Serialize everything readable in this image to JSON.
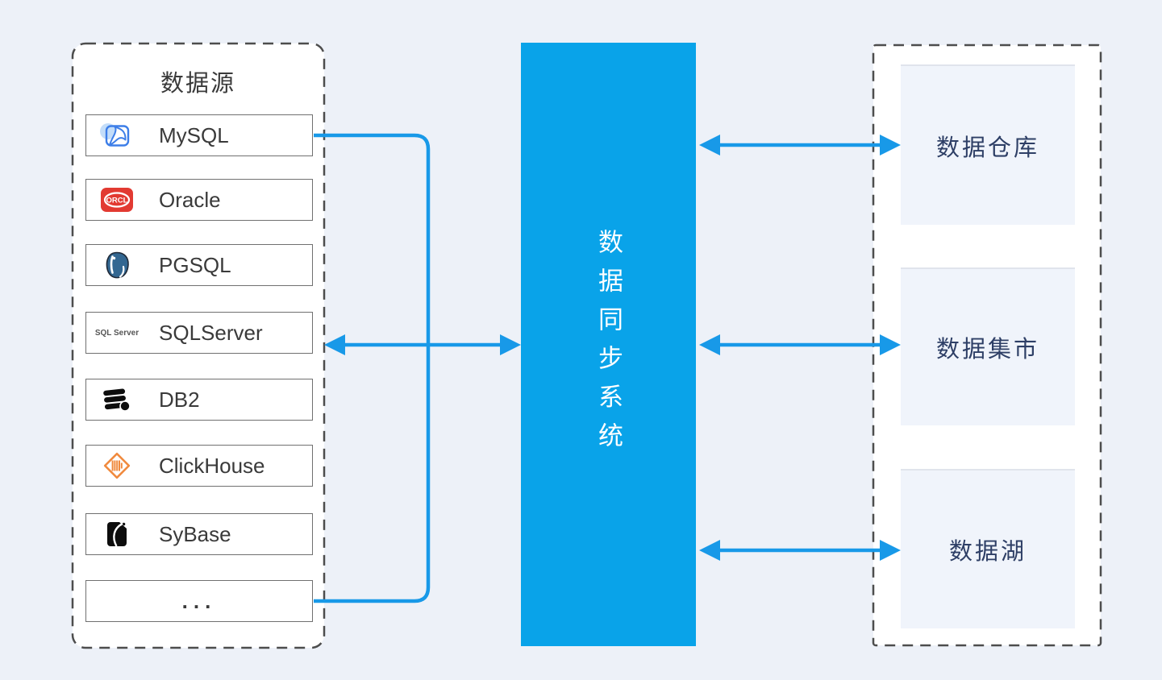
{
  "colors": {
    "page_bg": "#edf1f8",
    "box_blue": "#09a3e9",
    "arrow_blue": "#1899e8",
    "border_gray": "#4d4d4d",
    "item_border": "#707070",
    "text_dark": "#3a3a3a",
    "panel_bg": "#f0f4fb",
    "panel_text": "#2e3f66",
    "mysql_blue": "#3d7ee8",
    "oracle_red": "#e23a32",
    "pgsql_blue": "#336791",
    "clickhouse_orange": "#f08a3e",
    "db_black": "#0d0d0d"
  },
  "source_panel": {
    "title": "数据源",
    "items": [
      {
        "label": "MySQL"
      },
      {
        "label": "Oracle"
      },
      {
        "label": "PGSQL"
      },
      {
        "label": "SQLServer"
      },
      {
        "label": "DB2"
      },
      {
        "label": "ClickHouse"
      },
      {
        "label": "SyBase"
      },
      {
        "label": "..."
      }
    ]
  },
  "sync_system": {
    "label": "数据同步系统"
  },
  "targets": [
    {
      "label": "数据仓库"
    },
    {
      "label": "数据集市"
    },
    {
      "label": "数据湖"
    }
  ],
  "icon_text": {
    "oracle": "ORCL",
    "sqlserver": "SQL Server"
  }
}
